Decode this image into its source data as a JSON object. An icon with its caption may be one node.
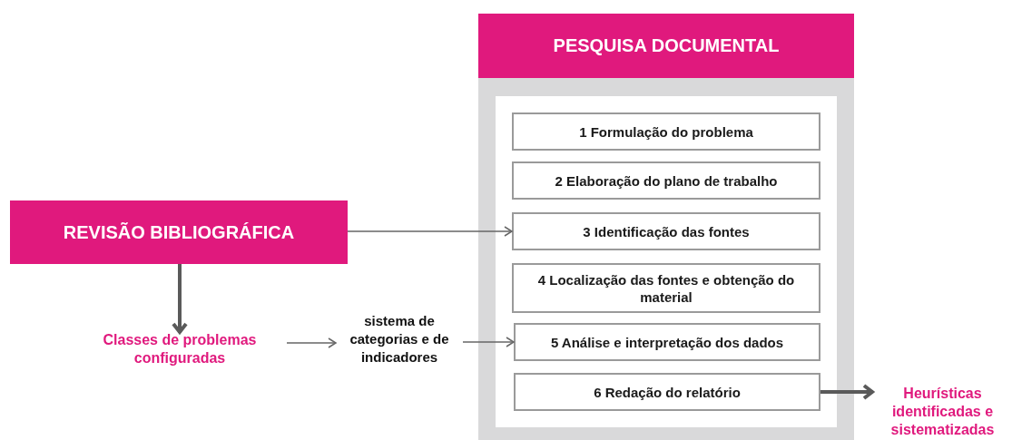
{
  "diagram": {
    "nodes": [
      {
        "text": [
          "PESQUISA DOCUMENTAL"
        ]
      },
      {
        "text": [
          "1 Formulação do problema"
        ],
        "in": 0
      },
      {
        "text": [
          "2 Elaboração do plano de trabalho"
        ],
        "in": 0
      },
      {
        "text": [
          "3 Identificação das fontes"
        ],
        "in": 0
      },
      {
        "text": [
          "4 Localização das fontes e obtenção do material"
        ],
        "in": 0
      },
      {
        "text": [
          "5 Análise e interpretação dos dados"
        ],
        "in": 0
      },
      {
        "text": [
          "6 Redação do relatório"
        ],
        "in": 0
      },
      {
        "text": [
          "REVISÃO BIBLIOGRÁFICA"
        ]
      },
      {
        "text": [
          "Classes de problemas configuradas"
        ]
      },
      {
        "text": [
          "sistema de categorias e de indicadores"
        ]
      },
      {
        "text": [
          "Heurísticas identificadas e sistematizadas"
        ]
      }
    ],
    "edges": [
      {
        "from": 7,
        "to": 3,
        "arrow": "to"
      },
      {
        "from": 7,
        "to": 8,
        "arrow": "to",
        "style": "thick"
      },
      {
        "from": 8,
        "to": 9,
        "arrow": "to"
      },
      {
        "from": 9,
        "to": 5,
        "arrow": "to"
      },
      {
        "from": 6,
        "to": 10,
        "arrow": "to",
        "style": "thick"
      }
    ]
  }
}
